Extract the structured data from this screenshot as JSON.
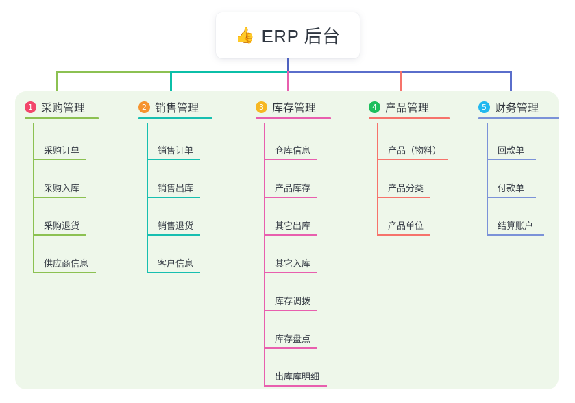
{
  "title": {
    "icon": "thumbs-up-icon",
    "icon_glyph": "👍",
    "text": "ERP 后台"
  },
  "colors": {
    "page_bg": "#ffffff",
    "panel_bg": "#eef7ea",
    "card_bg": "#ffffff",
    "root_stem": "#4f62c0",
    "bus_green": "#8cc152",
    "bus_teal": "#0bbfa8",
    "bus_blue": "#5a6ecb",
    "text": "#31363d"
  },
  "chart_data": {
    "type": "diagram",
    "layout": "mind-map / org-chart",
    "root": "ERP 后台",
    "branch_count": 5
  },
  "columns": [
    {
      "index": "1",
      "badge_color": "#f2466b",
      "line_color": "#8cc152",
      "title": "采购管理",
      "rule_width": 108,
      "items": [
        {
          "label": "采购订单",
          "width": 78
        },
        {
          "label": "采购入库",
          "width": 78
        },
        {
          "label": "采购退货",
          "width": 78
        },
        {
          "label": "供应商信息",
          "width": 92
        }
      ]
    },
    {
      "index": "2",
      "badge_color": "#f5932f",
      "line_color": "#17bfb0",
      "title": "销售管理",
      "rule_width": 108,
      "items": [
        {
          "label": "销售订单",
          "width": 78
        },
        {
          "label": "销售出库",
          "width": 78
        },
        {
          "label": "销售退货",
          "width": 78
        },
        {
          "label": "客户信息",
          "width": 78
        }
      ]
    },
    {
      "index": "3",
      "badge_color": "#f6b722",
      "line_color": "#e85fae",
      "title": "库存管理",
      "rule_width": 110,
      "items": [
        {
          "label": "仓库信息",
          "width": 78
        },
        {
          "label": "产品库存",
          "width": 78
        },
        {
          "label": "其它出库",
          "width": 78
        },
        {
          "label": "其它入库",
          "width": 78
        },
        {
          "label": "库存调拨",
          "width": 78
        },
        {
          "label": "库存盘点",
          "width": 78
        },
        {
          "label": "出库库明细",
          "width": 92
        }
      ]
    },
    {
      "index": "4",
      "badge_color": "#1dbf5c",
      "line_color": "#f6736b",
      "title": "产品管理",
      "rule_width": 118,
      "items": [
        {
          "label": "产品（物料）",
          "width": 104
        },
        {
          "label": "产品分类",
          "width": 78
        },
        {
          "label": "产品单位",
          "width": 78
        }
      ]
    },
    {
      "index": "5",
      "badge_color": "#22b8ef",
      "line_color": "#7b92d8",
      "title": "财务管理",
      "rule_width": 118,
      "items": [
        {
          "label": "回款单",
          "width": 72
        },
        {
          "label": "付款单",
          "width": 72
        },
        {
          "label": "结算账户",
          "width": 84
        }
      ]
    }
  ]
}
